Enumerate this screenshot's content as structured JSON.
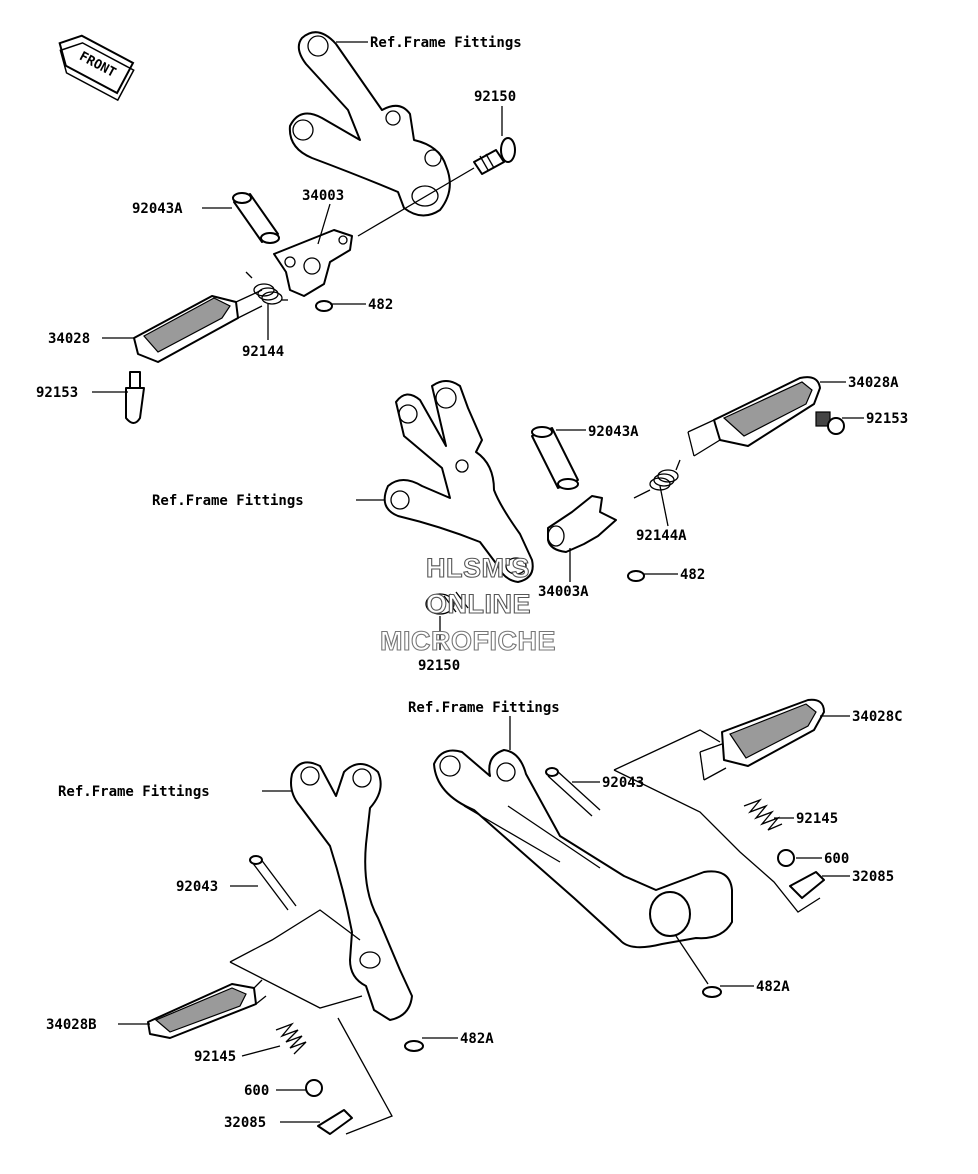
{
  "front_badge": "FRONT",
  "watermark": {
    "line1": "HLSM'S",
    "line2": "ONLINE",
    "line3": "MICROFICHE"
  },
  "labels": {
    "ref_frame_top": "Ref.Frame Fittings",
    "p92150_top": "92150",
    "p92043A_top": "92043A",
    "p34003": "34003",
    "p482_top": "482",
    "p34028": "34028",
    "p92144": "92144",
    "p92153_left": "92153",
    "p34028A": "34028A",
    "p92153_right": "92153",
    "p92043A_mid": "92043A",
    "ref_frame_mid": "Ref.Frame Fittings",
    "p92144A": "92144A",
    "p482_mid": "482",
    "p34003A": "34003A",
    "p92150_mid": "92150",
    "ref_frame_lower_right": "Ref.Frame Fittings",
    "p34028C": "34028C",
    "p92043_right": "92043",
    "p92145_right": "92145",
    "p600_right": "600",
    "p32085_right": "32085",
    "p482A_right": "482A",
    "ref_frame_lower_left": "Ref.Frame Fittings",
    "p92043_left": "92043",
    "p34028B": "34028B",
    "p92145_left": "92145",
    "p600_left": "600",
    "p32085_left": "32085",
    "p482A_left": "482A"
  }
}
